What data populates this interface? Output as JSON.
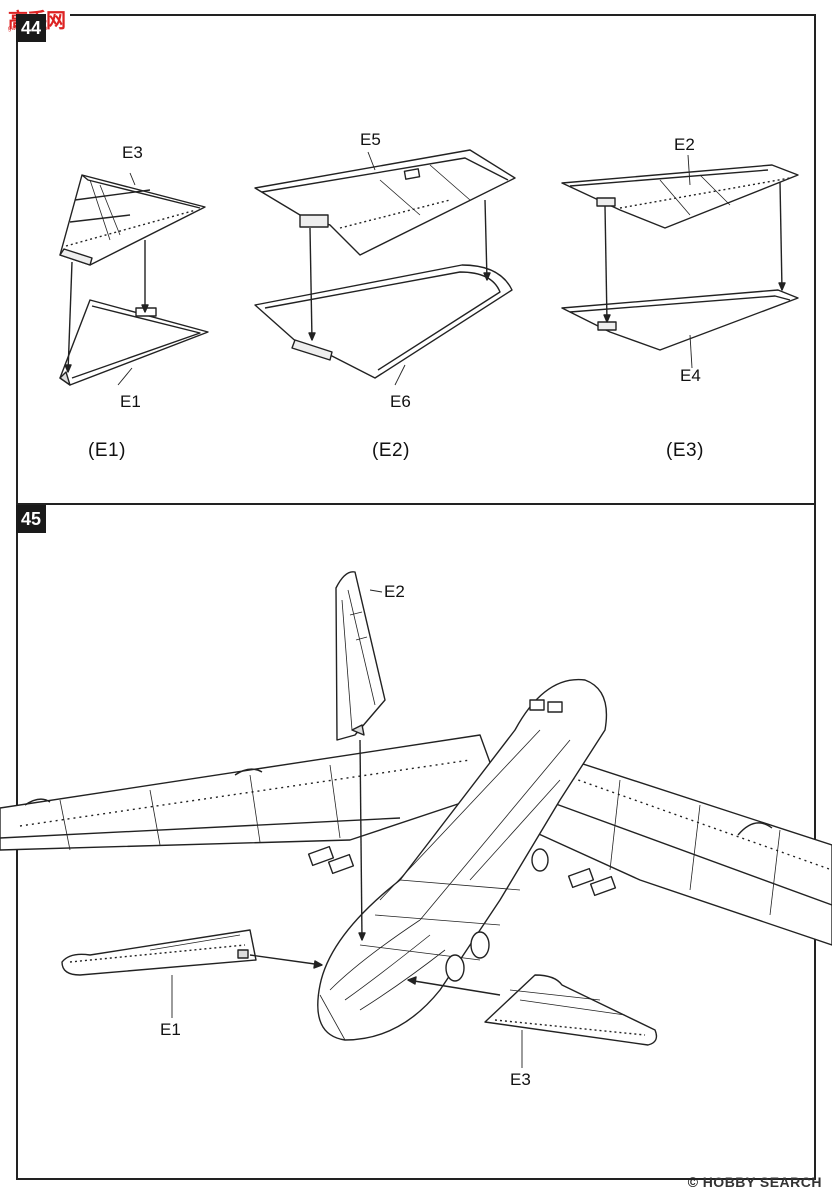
{
  "watermark_logo": {
    "text_cn": "高手网",
    "url": "gaoshou.com"
  },
  "top_step": {
    "badge": "44",
    "parts": {
      "e1_top": "E3",
      "e1_bottom": "E1",
      "e2_top": "E5",
      "e2_bottom": "E6",
      "e3_top": "E2",
      "e3_bottom": "E4"
    },
    "captions": [
      "(E1)",
      "(E2)",
      "(E3)"
    ]
  },
  "bottom_step": {
    "badge": "45",
    "parts": {
      "fin": "E2",
      "left_stab": "E1",
      "right_stab": "E3"
    }
  },
  "footer_watermark": {
    "prefix": "©",
    "brand": "HOBBY SEARCH"
  }
}
